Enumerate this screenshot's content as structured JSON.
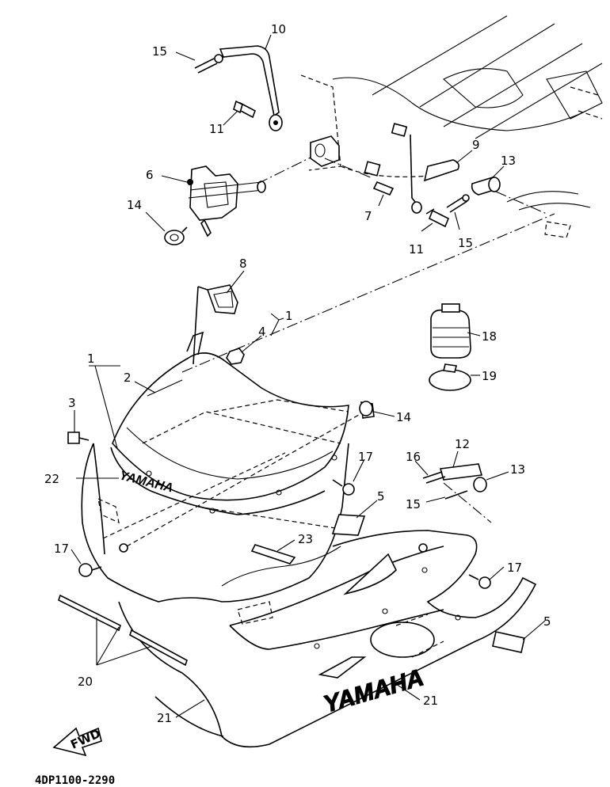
{
  "diagram": {
    "code": "4DP1100-2290",
    "fwd_label": "FWD",
    "logo_windshield": "YAMAHA",
    "logo_cowling": "YAMAHA",
    "callouts": {
      "c1": "1",
      "c1b": "1",
      "c2": "2",
      "c3": "3",
      "c4": "4",
      "c5a": "5",
      "c5b": "5",
      "c6": "6",
      "c7": "7",
      "c8": "8",
      "c9": "9",
      "c10": "10",
      "c11a": "11",
      "c11b": "11",
      "c12": "12",
      "c13a": "13",
      "c13b": "13",
      "c14a": "14",
      "c14b": "14",
      "c15a": "15",
      "c15b": "15",
      "c15c": "15",
      "c16": "16",
      "c17a": "17",
      "c17b": "17",
      "c17c": "17",
      "c18": "18",
      "c19": "19",
      "c20": "20",
      "c21a": "21",
      "c21b": "21",
      "c22": "22",
      "c23": "23"
    }
  }
}
